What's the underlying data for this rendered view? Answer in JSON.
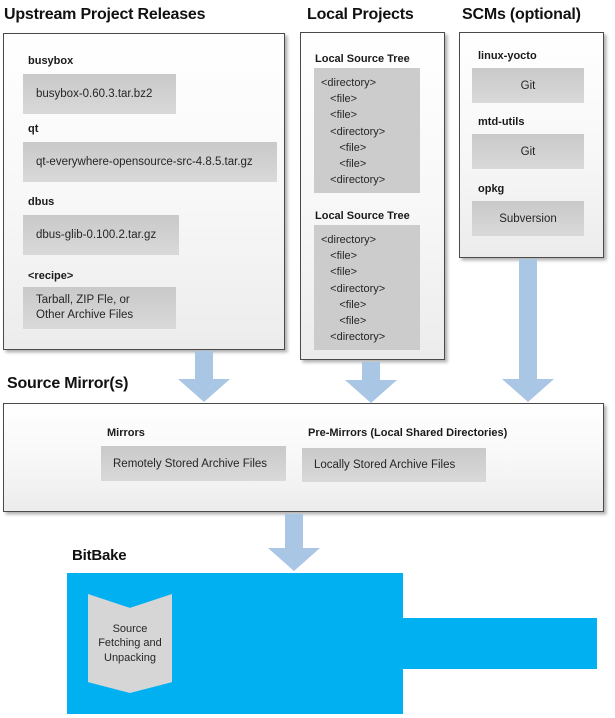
{
  "colors": {
    "arrow": "#a9c6e5",
    "bitbake_blue": "#00b0f0",
    "box_border": "#4a4a4a",
    "inner_box_gray": "#d1d1d1"
  },
  "upstream": {
    "title": "Upstream Project Releases",
    "items": [
      {
        "label": "busybox",
        "file": "busybox-0.60.3.tar.bz2"
      },
      {
        "label": "qt",
        "file": "qt-everywhere-opensource-src-4.8.5.tar.gz"
      },
      {
        "label": "dbus",
        "file": "dbus-glib-0.100.2.tar.gz"
      },
      {
        "label": "<recipe>",
        "file": "Tarball, ZIP Fle, or\nOther Archive Files"
      }
    ]
  },
  "local_projects": {
    "title": "Local Projects",
    "sections": [
      {
        "label": "Local Source Tree",
        "tree": "<directory>\n   <file>\n   <file>\n   <directory>\n      <file>\n      <file>\n   <directory>"
      },
      {
        "label": "Local Source Tree",
        "tree": "<directory>\n   <file>\n   <file>\n   <directory>\n      <file>\n      <file>\n   <directory>"
      }
    ]
  },
  "scms": {
    "title": "SCMs (optional)",
    "items": [
      {
        "label": "linux-yocto",
        "tool": "Git"
      },
      {
        "label": "mtd-utils",
        "tool": "Git"
      },
      {
        "label": "opkg",
        "tool": "Subversion"
      }
    ]
  },
  "source_mirrors": {
    "title": "Source Mirror(s)",
    "mirrors_label": "Mirrors",
    "mirrors_value": "Remotely Stored Archive Files",
    "premirrors_label": "Pre-Mirrors (Local Shared Directories)",
    "premirrors_value": "Locally Stored Archive Files"
  },
  "bitbake": {
    "title": "BitBake",
    "process": "Source\nFetching and\nUnpacking"
  }
}
